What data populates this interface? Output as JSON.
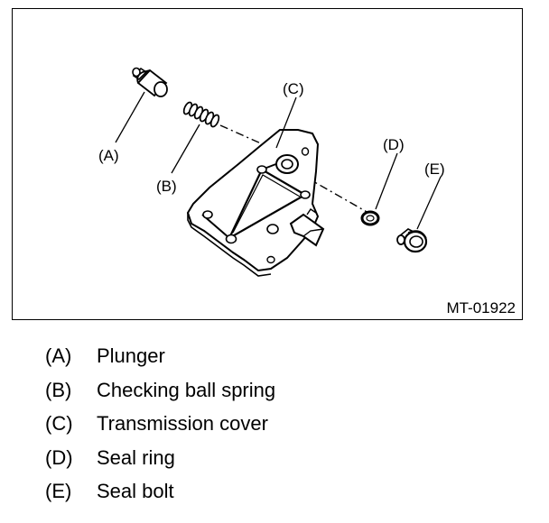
{
  "figure": {
    "code": "MT-01922",
    "callouts": {
      "a": "(A)",
      "b": "(B)",
      "c": "(C)",
      "d": "(D)",
      "e": "(E)"
    }
  },
  "legend": [
    {
      "key": "(A)",
      "text": "Plunger"
    },
    {
      "key": "(B)",
      "text": "Checking ball spring"
    },
    {
      "key": "(C)",
      "text": "Transmission cover"
    },
    {
      "key": "(D)",
      "text": "Seal ring"
    },
    {
      "key": "(E)",
      "text": "Seal bolt"
    }
  ]
}
